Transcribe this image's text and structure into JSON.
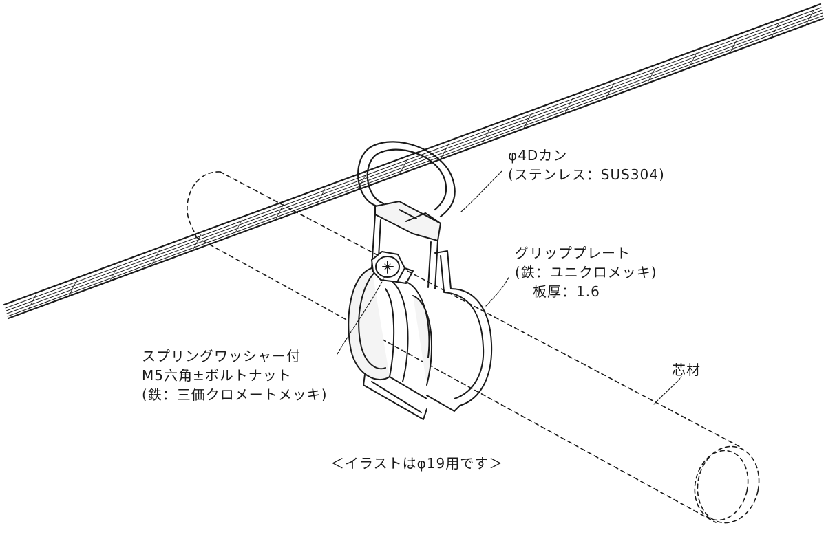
{
  "colors": {
    "ink": "#1a1a1a",
    "paper": "#ffffff",
    "metal": "#f4f4f4"
  },
  "callouts": {
    "ring": {
      "line1": "φ4Dカン",
      "line2": "(ステンレス：SUS304)"
    },
    "plate": {
      "line1": "グリッププレート",
      "line2": "(鉄：ユニクロメッキ)",
      "line3": "板厚：1.6"
    },
    "bolt": {
      "line1": "スプリングワッシャー付",
      "line2": "M5六角±ボルトナット",
      "line3": "(鉄：三価クロメートメッキ)"
    },
    "core": {
      "line1": "芯材"
    }
  },
  "footnote": "＜イラストはφ19用です＞"
}
